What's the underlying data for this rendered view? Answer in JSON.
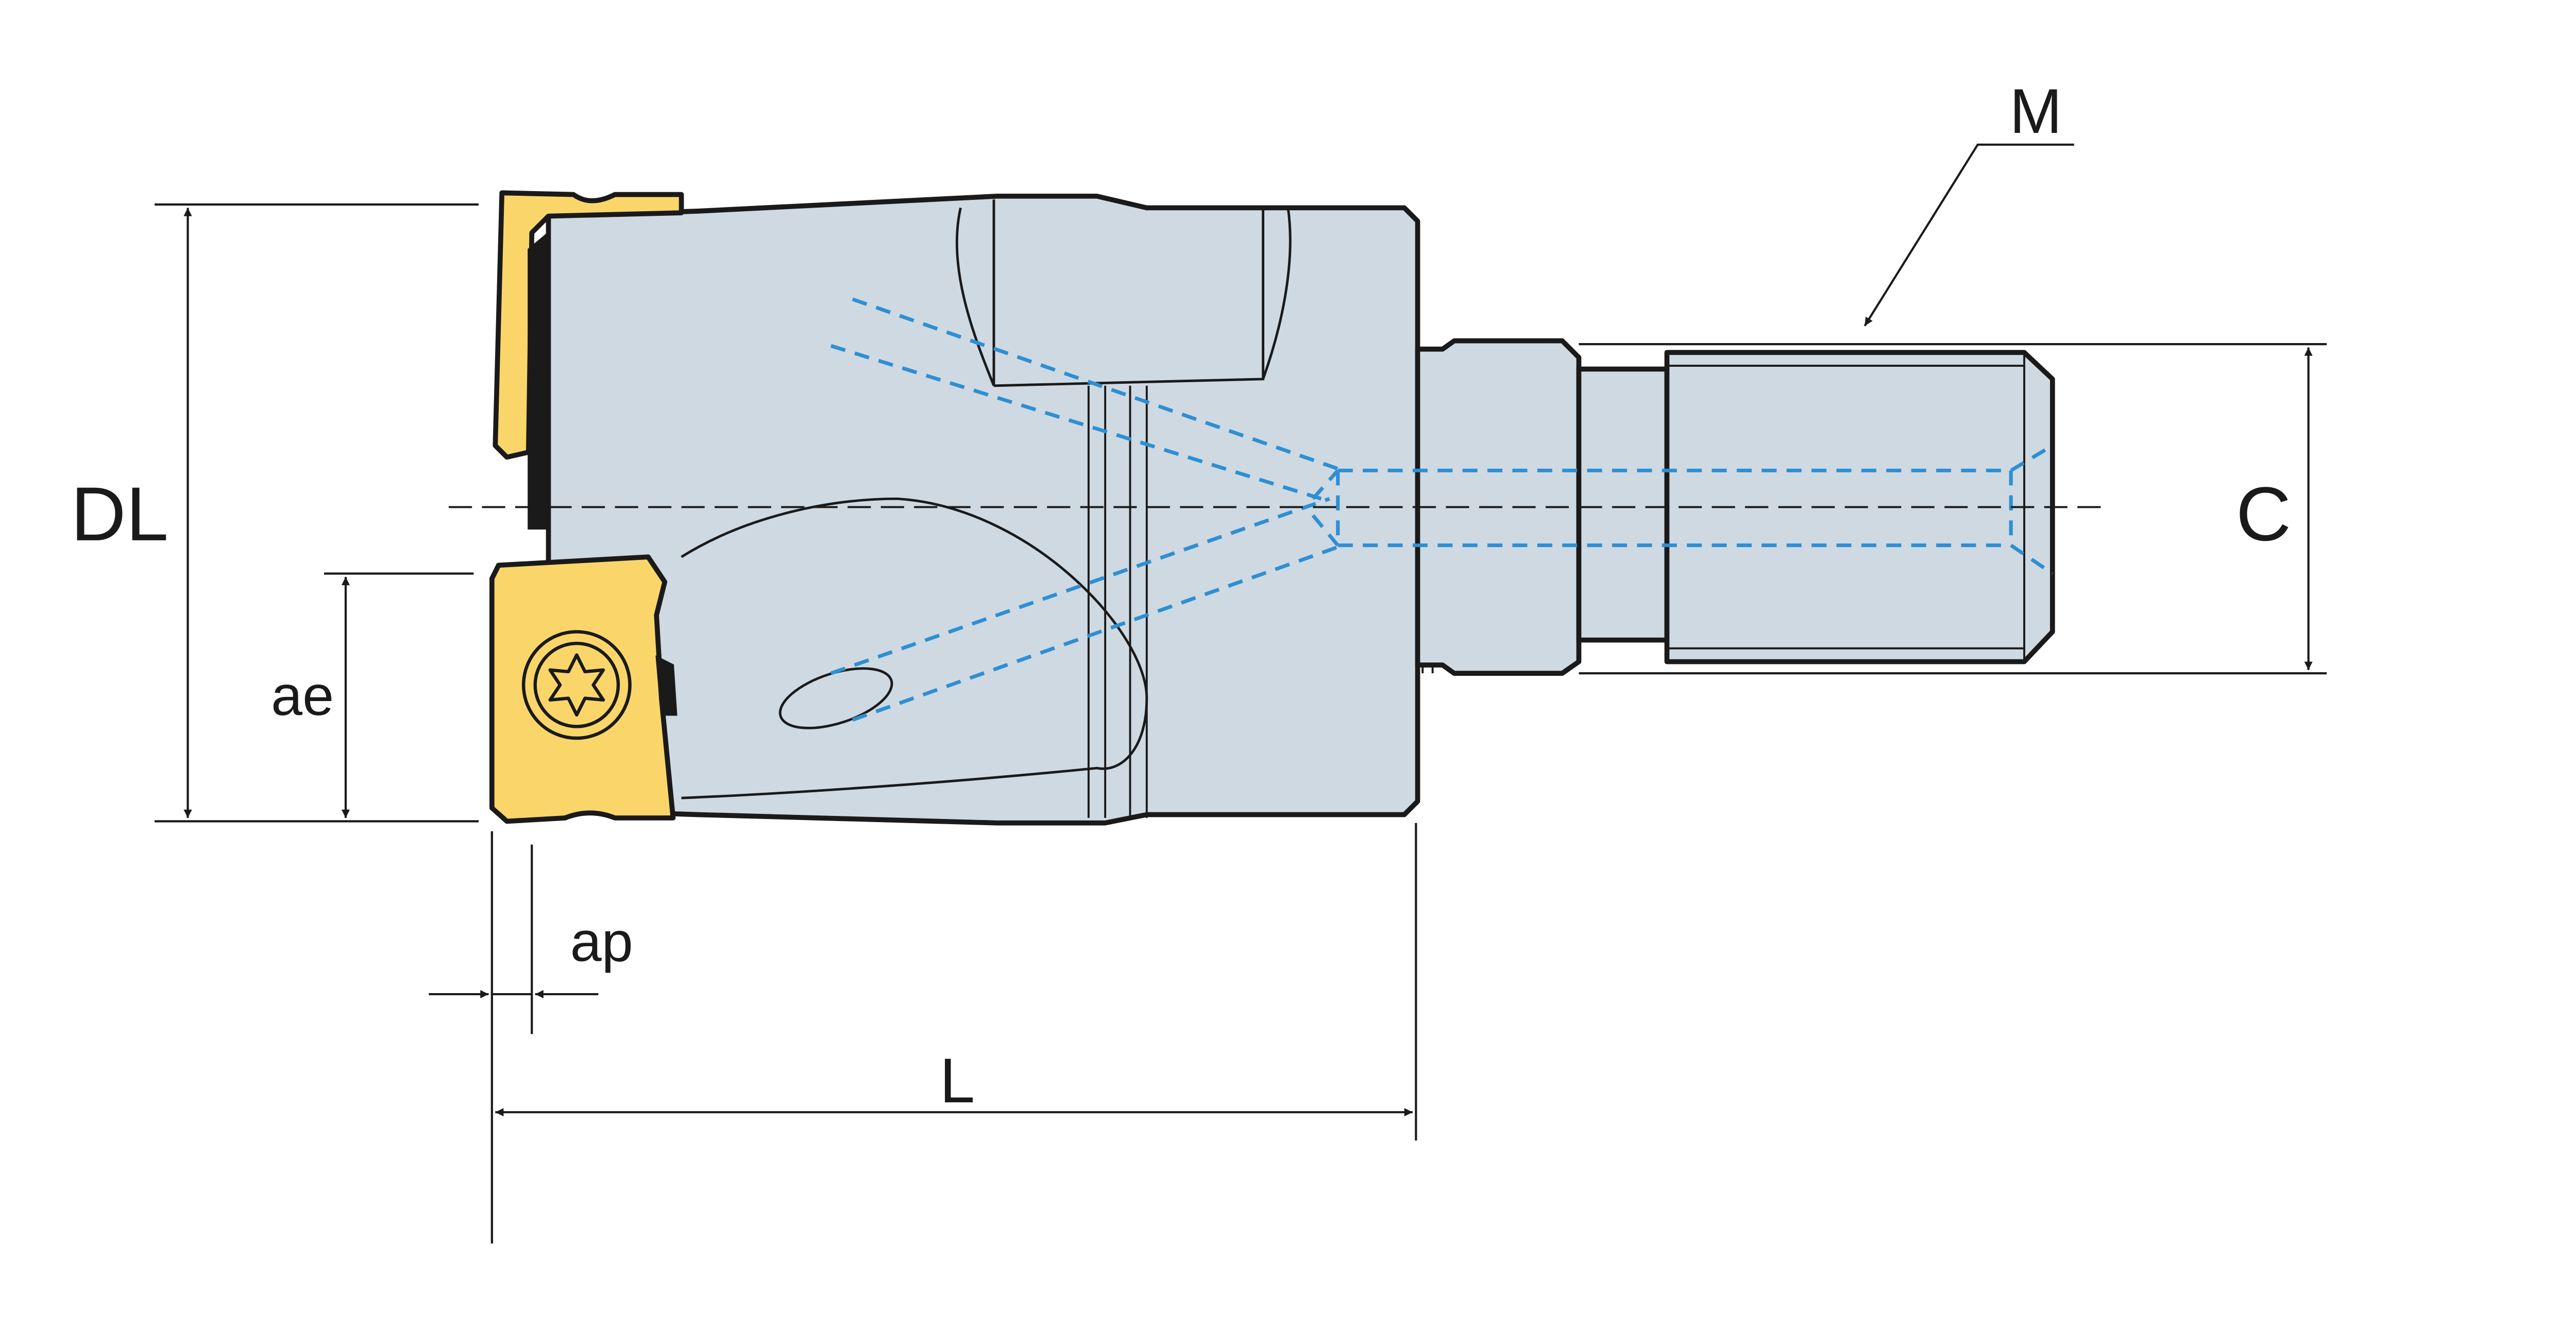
{
  "labels": {
    "dl": "DL",
    "ae": "ae",
    "ap": "ap",
    "l": "L",
    "m": "M",
    "c": "C"
  },
  "colors": {
    "body": "#cfd9e2",
    "insert": "#fad66a",
    "outline": "#1a1a1a",
    "coolant": "#2e8fd3",
    "dimension": "#1a1a1a"
  }
}
